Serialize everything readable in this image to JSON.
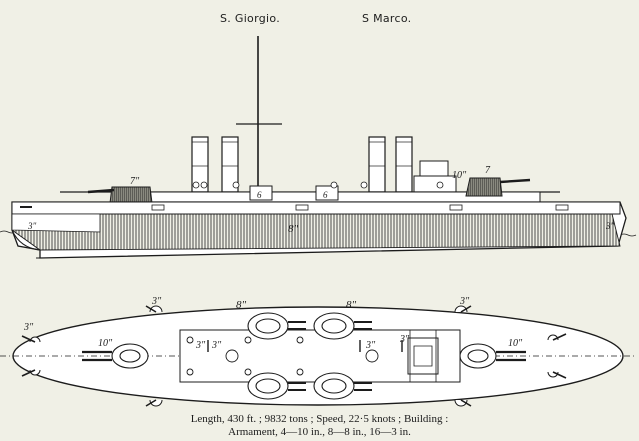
{
  "header": {
    "name_1": "S. Giorgio.",
    "name_2": "S Marco."
  },
  "side_view": {
    "labels": {
      "fore_turret": "7\"",
      "aft_turret": "7",
      "aft_turret_extra": "10\"",
      "boat_1": "6",
      "boat_2": "6",
      "belt": "8\"",
      "bow_belt": "3\"",
      "stern_belt": "3\""
    }
  },
  "deck_plan": {
    "labels": {
      "fore_mid_turret": "8\"",
      "aft_mid_turret": "8\"",
      "fore_3_a": "3\"",
      "fore_3_b": "3\"",
      "fore_3_c": "3\"",
      "aft_3_a": "3\"",
      "aft_3_b": "3\"",
      "aft_3_c": "3\"",
      "aft_3_d": "3\"",
      "fore_10": "10\"",
      "aft_10": "10\""
    }
  },
  "caption": {
    "line_1": "Length, 430 ft. ; 9832 tons ; Speed, 22·5 knots ; Building :",
    "line_2": "Armament, 4—10 in., 8—8 in., 16—3 in."
  }
}
